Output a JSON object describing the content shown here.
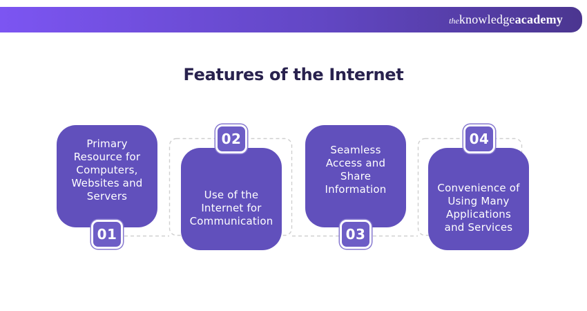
{
  "brand": {
    "logo_the": "the",
    "logo_knowledge": "knowledge",
    "logo_academy": "academy"
  },
  "title": "Features of the Internet",
  "features": [
    {
      "number": "01",
      "label": "Primary\nResource for\nComputers,\nWebsites and\nServers",
      "badge_position": "bottom"
    },
    {
      "number": "02",
      "label": "Use of the\nInternet for\nCommunication",
      "badge_position": "top"
    },
    {
      "number": "03",
      "label": "Seamless\nAccess and\nShare\nInformation",
      "badge_position": "bottom"
    },
    {
      "number": "04",
      "label": "Convenience of\nUsing Many\nApplications\nand Services",
      "badge_position": "top"
    }
  ],
  "colors": {
    "header_gradient_start": "#7C55F2",
    "header_gradient_end": "#4B3690",
    "card_fill": "#6150BC",
    "badge_fill": "#6D5DC6",
    "badge_ring": "#8577CF",
    "title_color": "#29224E",
    "connector_color": "#CFCFCF",
    "card_text_color": "#FFFFFF"
  }
}
